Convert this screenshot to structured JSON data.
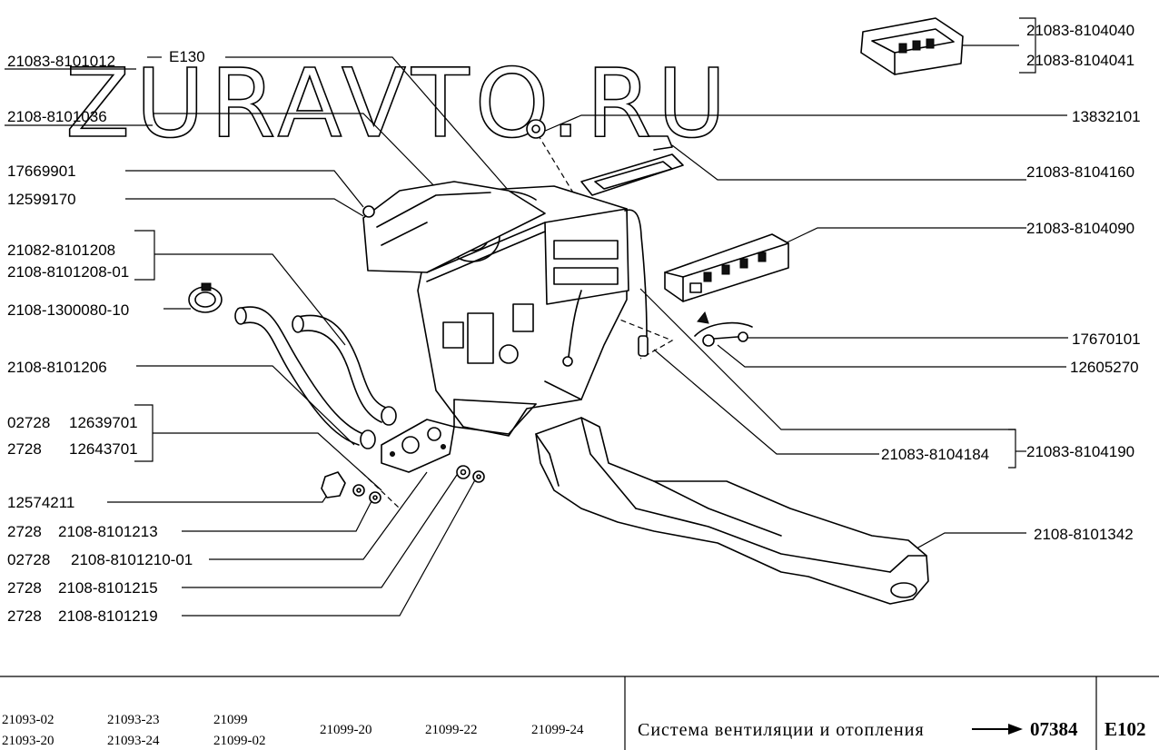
{
  "watermark": "ZURAVTO.RU",
  "labels": {
    "l1a": "21083-8101012",
    "l1b": "E130",
    "l2": "2108-8101036",
    "l3": "17669901",
    "l4": "12599170",
    "l5a": "21082-8101208",
    "l5b": "2108-8101208-01",
    "l6": "2108-1300080-10",
    "l7": "2108-8101206",
    "l8a": "02728",
    "l8b": "12639701",
    "l9a": "2728",
    "l9b": "12643701",
    "l10": "12574211",
    "l11a": "2728",
    "l11b": "2108-8101213",
    "l12a": "02728",
    "l12b": "2108-8101210-01",
    "l13a": "2728",
    "l13b": "2108-8101215",
    "l14a": "2728",
    "l14b": "2108-8101219",
    "r1": "21083-8104040",
    "r2": "21083-8104041",
    "r3": "13832101",
    "r4": "21083-8104160",
    "r5": "21083-8104090",
    "r6": "17670101",
    "r7": "12605270",
    "r8": "21083-8104184",
    "r9": "21083-8104190",
    "r10": "2108-8101342"
  },
  "footer": {
    "models": [
      {
        "line1": "21093-02",
        "line2": "21093-20"
      },
      {
        "line1": "21093-23",
        "line2": "21093-24"
      },
      {
        "line1": "21099",
        "line2": "21099-02"
      },
      {
        "line1": "21099-20",
        "line2": ""
      },
      {
        "line1": "21099-22",
        "line2": ""
      },
      {
        "line1": "21099-24",
        "line2": ""
      }
    ],
    "title": "Система вентиляции и отопления",
    "arrow": "→",
    "code": "07384",
    "sheet": "E102"
  }
}
